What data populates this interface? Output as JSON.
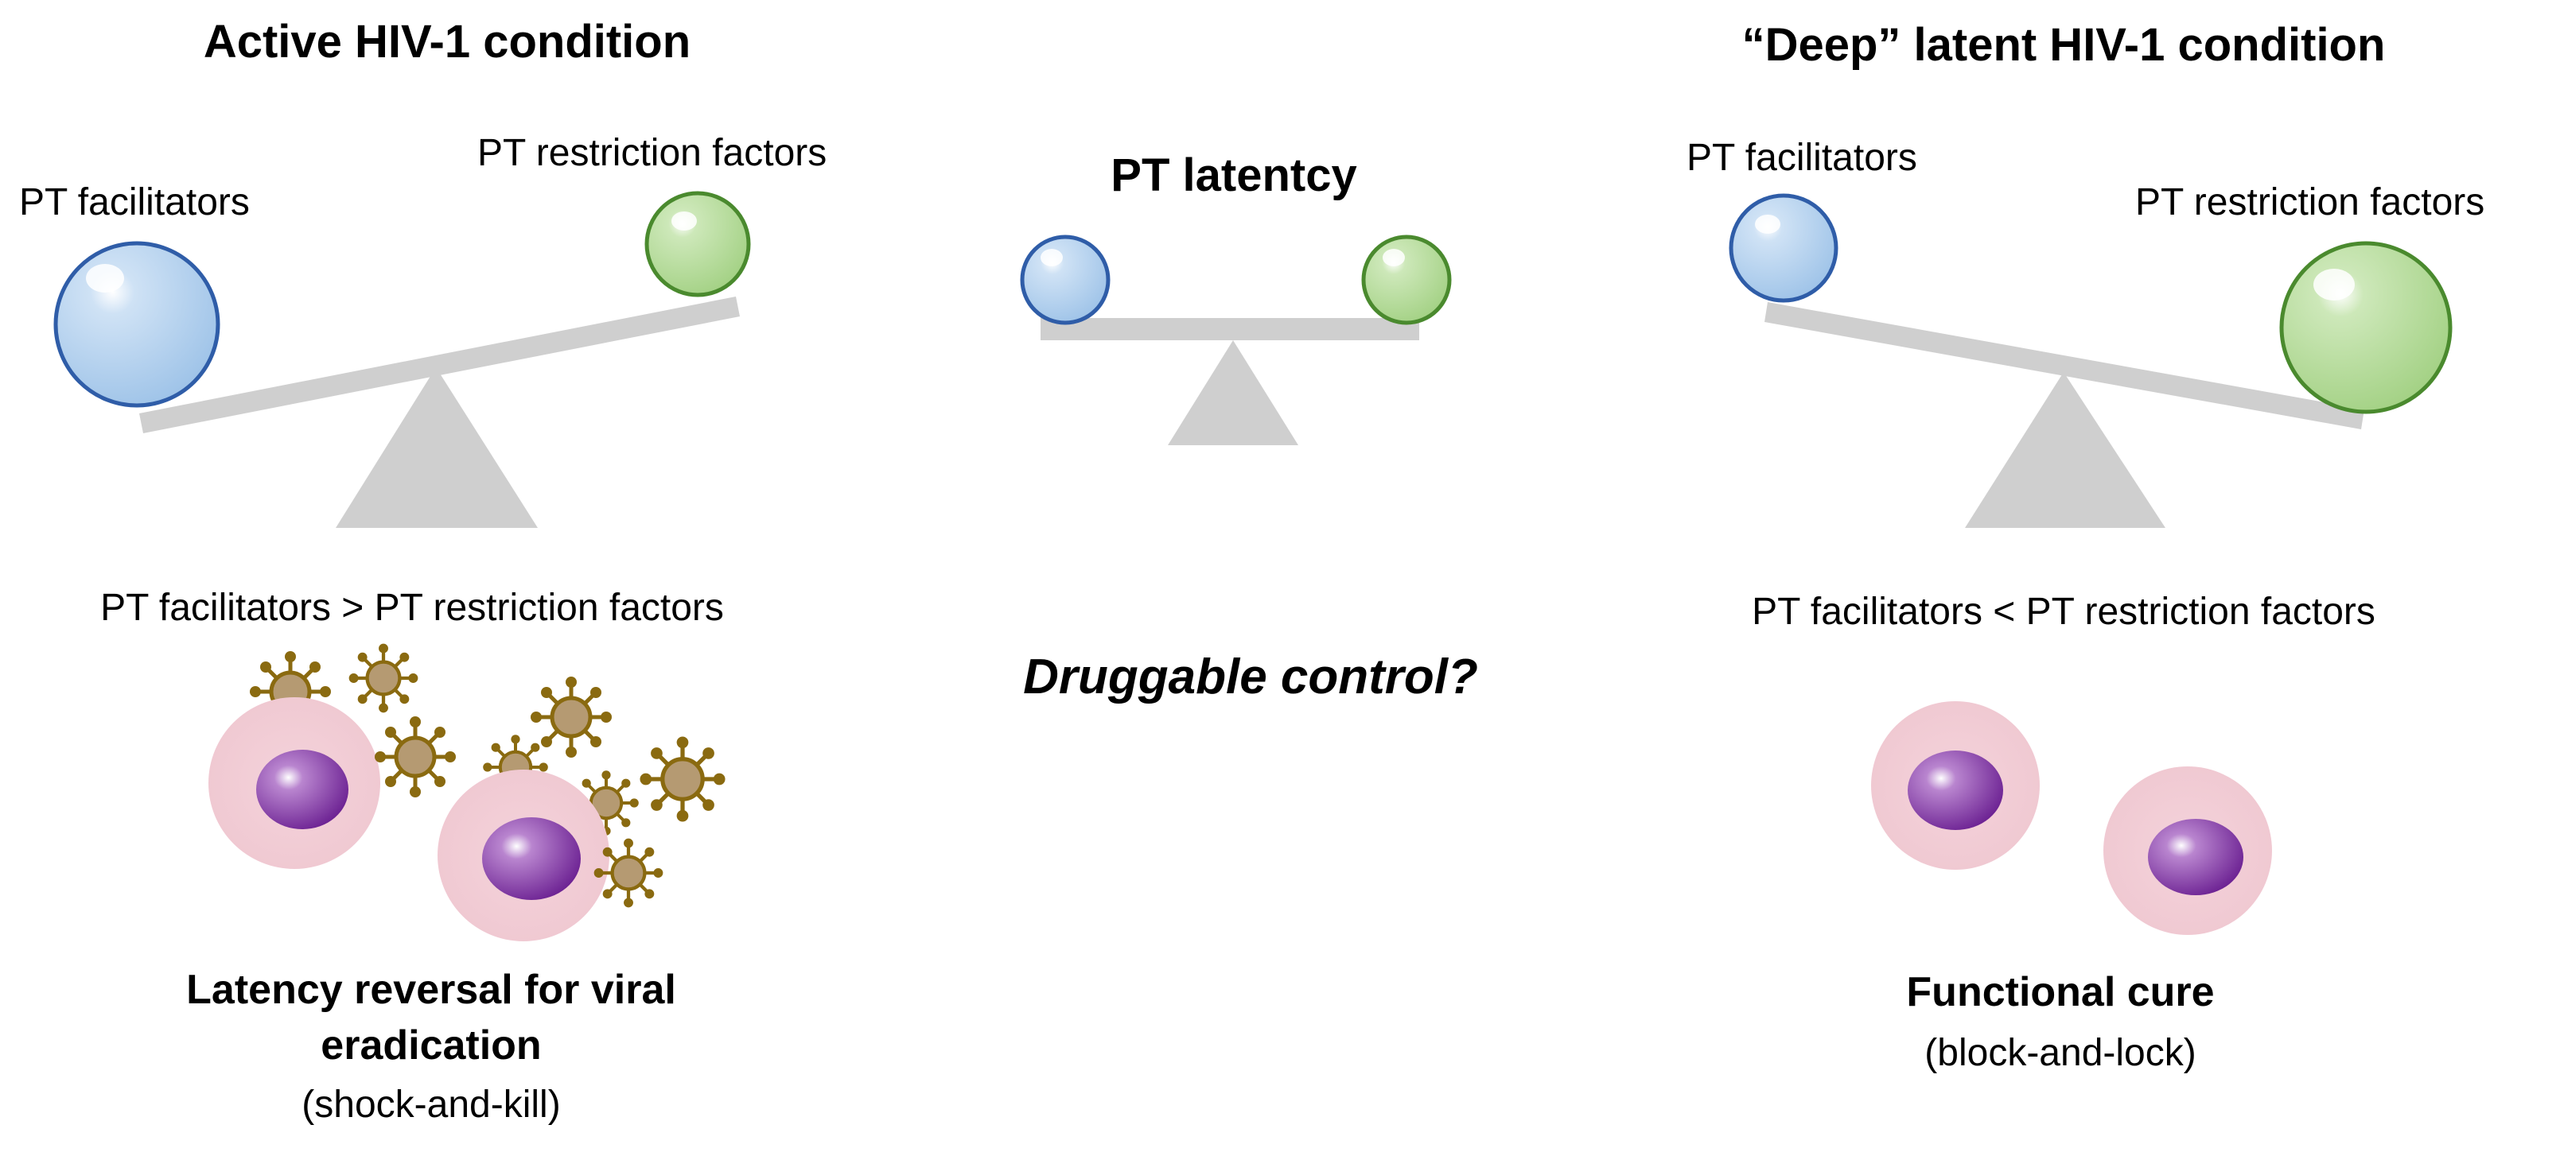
{
  "left_panel": {
    "title": "Active HIV-1 condition",
    "facilitators_label": "PT facilitators",
    "restriction_label": "PT restriction factors",
    "comparison": "PT facilitators > PT restriction factors",
    "outcome_line1": "Latency reversal for viral",
    "outcome_line2": "eradication",
    "outcome_sub": "(shock-and-kill)"
  },
  "center_panel": {
    "title": "PT latentcy",
    "question": "Druggable control?"
  },
  "right_panel": {
    "title": "“Deep” latent HIV-1 condition",
    "facilitators_label": "PT facilitators",
    "restriction_label": "PT restriction factors",
    "comparison": "PT facilitators < PT restriction factors",
    "outcome_line1": "Functional cure",
    "outcome_sub": "(block-and-lock)"
  },
  "colors": {
    "facilitator_fill": "#a7c8ea",
    "facilitator_stroke": "#2f5da8",
    "restriction_fill": "#a8d38b",
    "restriction_stroke": "#4a8a2e",
    "scale_gray": "#cfcfcf",
    "cell_pink": "#f3cfd8",
    "nucleus_purple": "#7a2d9e",
    "virus_fill": "#b59a72",
    "virus_stroke": "#8a6a10"
  }
}
